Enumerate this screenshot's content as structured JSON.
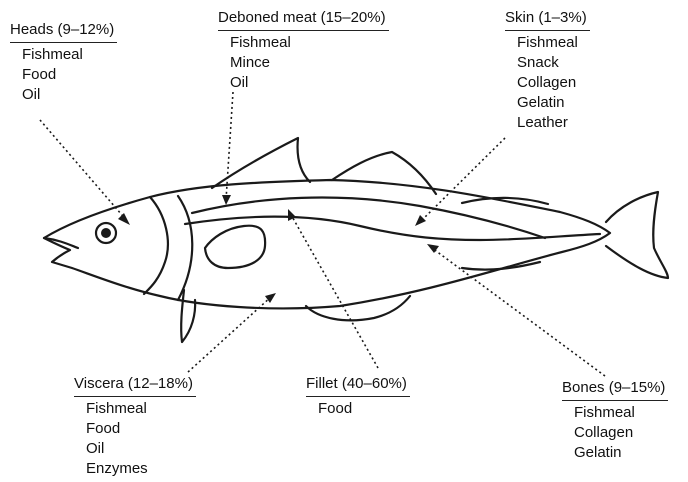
{
  "parts": [
    {
      "id": "heads",
      "title": "Heads (9–12%)",
      "uses": [
        "Fishmeal",
        "Food",
        "Oil"
      ]
    },
    {
      "id": "deboned",
      "title": "Deboned meat (15–20%)",
      "uses": [
        "Fishmeal",
        "Mince",
        "Oil"
      ]
    },
    {
      "id": "skin",
      "title": "Skin (1–3%)",
      "uses": [
        "Fishmeal",
        "Snack",
        "Collagen",
        "Gelatin",
        "Leather"
      ]
    },
    {
      "id": "viscera",
      "title": "Viscera (12–18%)",
      "uses": [
        "Fishmeal",
        "Food",
        "Oil",
        "Enzymes"
      ]
    },
    {
      "id": "fillet",
      "title": "Fillet (40–60%)",
      "uses": [
        "Food"
      ]
    },
    {
      "id": "bones",
      "title": "Bones (9–15%)",
      "uses": [
        "Fishmeal",
        "Collagen",
        "Gelatin"
      ]
    }
  ],
  "colors": {
    "line": "#1a1a1a",
    "background": "#ffffff"
  }
}
